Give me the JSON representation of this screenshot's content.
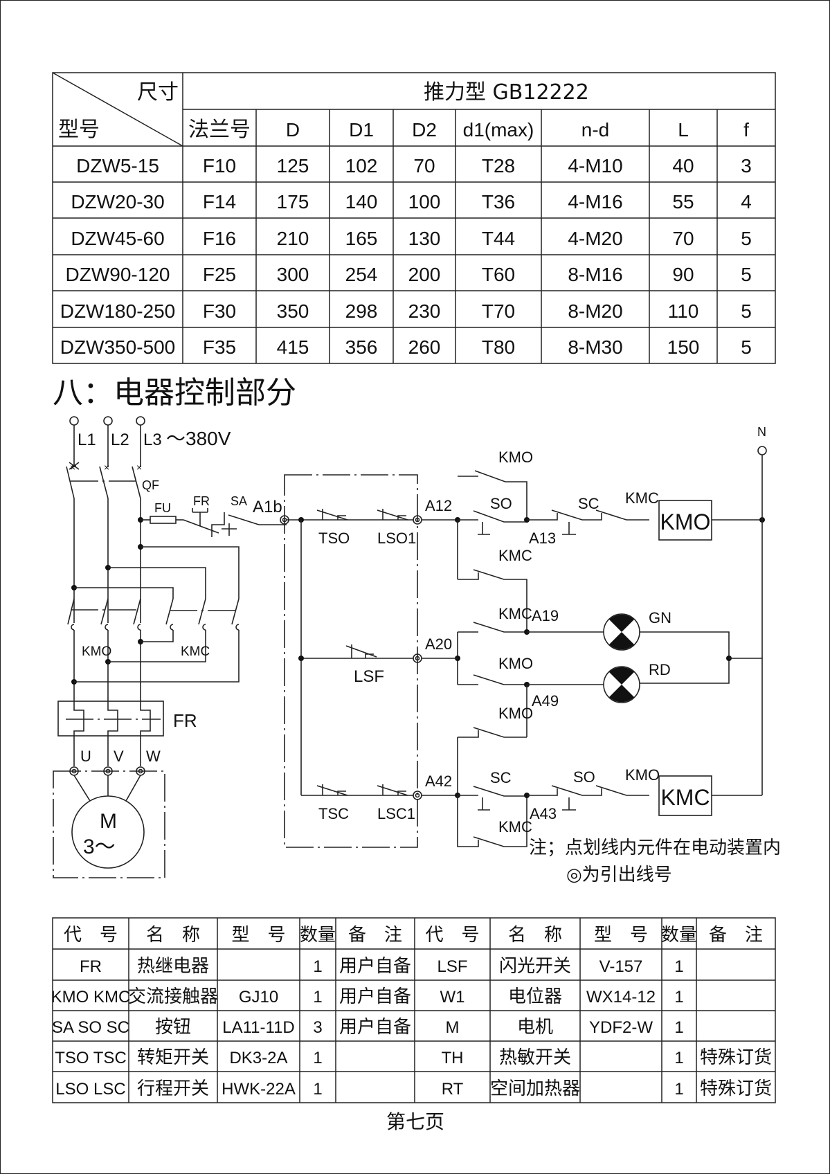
{
  "dimension_table": {
    "corner_top": "尺寸",
    "corner_bottom": "型号",
    "group_header": "推力型 GB12222",
    "columns": [
      "法兰号",
      "D",
      "D1",
      "D2",
      "d1(max)",
      "n-d",
      "L",
      "f"
    ],
    "rows": [
      {
        "model": "DZW5-15",
        "cells": [
          "F10",
          "125",
          "102",
          "70",
          "T28",
          "4-M10",
          "40",
          "3"
        ]
      },
      {
        "model": "DZW20-30",
        "cells": [
          "F14",
          "175",
          "140",
          "100",
          "T36",
          "4-M16",
          "55",
          "4"
        ]
      },
      {
        "model": "DZW45-60",
        "cells": [
          "F16",
          "210",
          "165",
          "130",
          "T44",
          "4-M20",
          "70",
          "5"
        ]
      },
      {
        "model": "DZW90-120",
        "cells": [
          "F25",
          "300",
          "254",
          "200",
          "T60",
          "8-M16",
          "90",
          "5"
        ]
      },
      {
        "model": "DZW180-250",
        "cells": [
          "F30",
          "350",
          "298",
          "230",
          "T70",
          "8-M20",
          "110",
          "5"
        ]
      },
      {
        "model": "DZW350-500",
        "cells": [
          "F35",
          "415",
          "356",
          "260",
          "T80",
          "8-M30",
          "150",
          "5"
        ]
      }
    ]
  },
  "section_title": "八：电器控制部分",
  "schematic": {
    "supply": {
      "l1": "L1",
      "l2": "L2",
      "l3": "L3",
      "voltage": "～380V",
      "neutral": "N"
    },
    "labels": {
      "qf": "QF",
      "fu": "FU",
      "fr_contact": "FR",
      "sa": "SA",
      "a1b": "A1b",
      "kmo_main": "KMO",
      "kmc_main": "KMC",
      "fr_relay": "FR",
      "u": "U",
      "v": "V",
      "w": "W",
      "motor_m": "M",
      "motor_3": "3～",
      "tso": "TSO",
      "lso1": "LSO1",
      "lsf": "LSF",
      "tsc": "TSC",
      "lsc1": "LSC1",
      "a12": "A12",
      "a13": "A13",
      "a19": "A19",
      "a20": "A20",
      "a49": "A49",
      "a42": "A42",
      "a43": "A43",
      "kmo_hold": "KMO",
      "so_top": "SO",
      "sc_top": "SC",
      "kmc_interlock_top": "KMC",
      "coil_kmo": "KMO",
      "kmc_aux1": "KMC",
      "kmc_aux2": "KMC",
      "kmo_aux1": "KMO",
      "kmo_aux2": "KMO",
      "gn": "GN",
      "rd": "RD",
      "sc_bot": "SC",
      "so_bot": "SO",
      "kmo_interlock_bot": "KMO",
      "coil_kmc": "KMC",
      "kmc_hold": "KMC"
    },
    "note_line1": "注；点划线内元件在电动装置内",
    "note_line2": "◎为引出线号"
  },
  "parts_table": {
    "headers": [
      "代　号",
      "名　称",
      "型　号",
      "数量",
      "备　注",
      "代　号",
      "名　称",
      "型　号",
      "数量",
      "备　注"
    ],
    "rows": [
      [
        "FR",
        "热继电器",
        "",
        "1",
        "用户自备",
        "LSF",
        "闪光开关",
        "V-157",
        "1",
        ""
      ],
      [
        "KMO KMC",
        "交流接触器",
        "GJ10",
        "1",
        "用户自备",
        "W1",
        "电位器",
        "WX14-12",
        "1",
        ""
      ],
      [
        "SA SO SC",
        "按钮",
        "LA11-11D",
        "3",
        "用户自备",
        "M",
        "电机",
        "YDF2-W",
        "1",
        ""
      ],
      [
        "TSO TSC",
        "转矩开关",
        "DK3-2A",
        "1",
        "",
        "TH",
        "热敏开关",
        "",
        "1",
        "特殊订货"
      ],
      [
        "LSO LSC",
        "行程开关",
        "HWK-22A",
        "1",
        "",
        "RT",
        "空间加热器",
        "",
        "1",
        "特殊订货"
      ]
    ]
  },
  "footer": {
    "page_label": "第七页"
  }
}
